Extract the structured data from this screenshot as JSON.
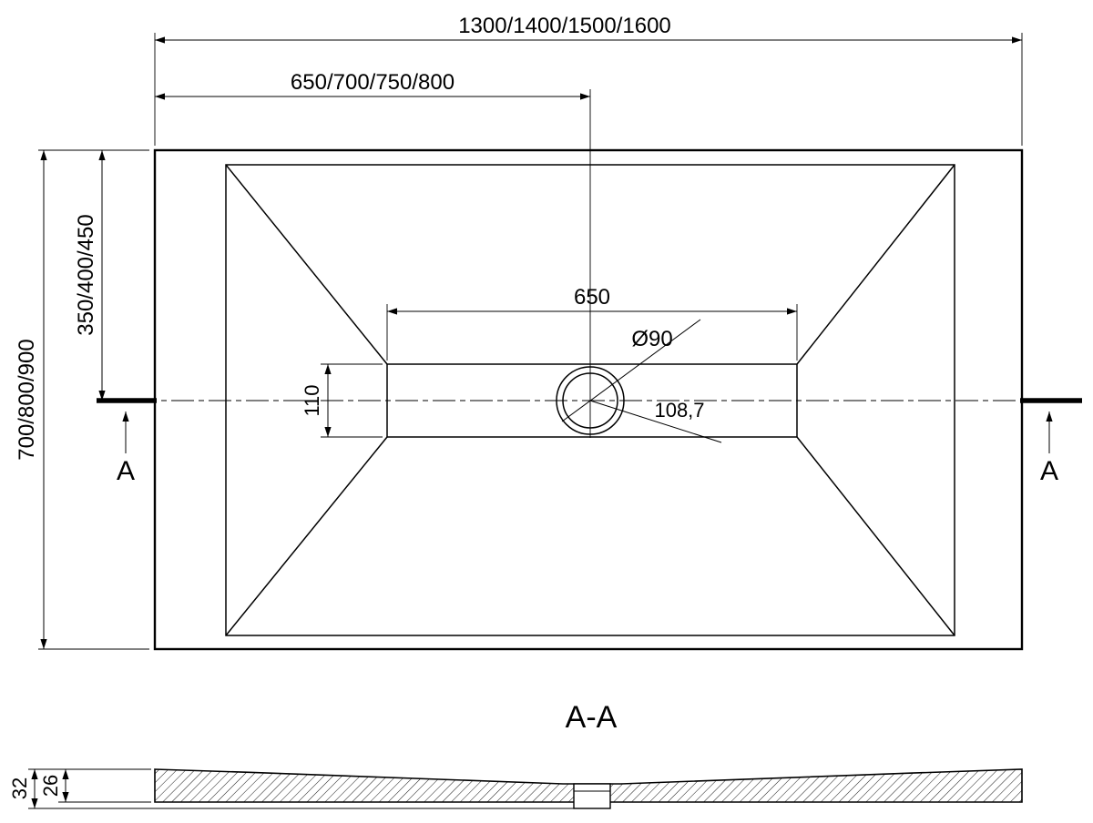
{
  "colors": {
    "background": "#ffffff",
    "line": "#000000"
  },
  "top_view": {
    "dim_overall_width": "1300/1400/1500/1600",
    "dim_drain_center_from_left": "650/700/750/800",
    "dim_overall_depth": "700/800/900",
    "dim_drain_center_from_top": "350/400/450",
    "dim_channel_length": "650",
    "dim_channel_width": "110",
    "dim_drain_diameter": "Ø90",
    "dim_drain_detail": "108,7",
    "section_marker": "A"
  },
  "section_view": {
    "title": "A-A",
    "dim_total_height": "32",
    "dim_tray_thickness": "26"
  }
}
